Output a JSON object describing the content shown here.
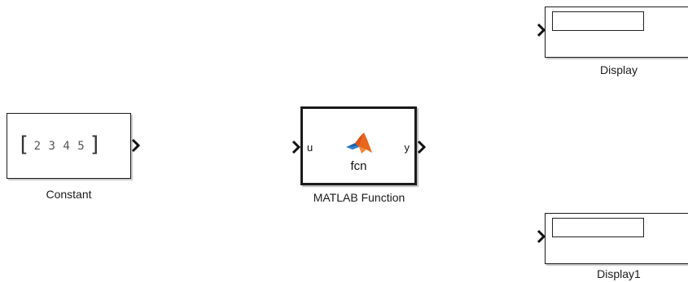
{
  "blocks": {
    "constant": {
      "label": "Constant",
      "value_elements": "2  3  4  5",
      "open_bracket": "[",
      "close_bracket": "]"
    },
    "matlab_function": {
      "label": "MATLAB Function",
      "function_name": "fcn",
      "input_port": "u",
      "output_port": "y",
      "icon": "matlab-logo-icon"
    },
    "display": {
      "label": "Display"
    },
    "display1": {
      "label": "Display1"
    }
  },
  "colors": {
    "canvas": "#ffffff",
    "block_border": "#1a1a1a",
    "matlab_logo_orange": "#e8671c",
    "matlab_logo_blue": "#1f5fa8"
  }
}
